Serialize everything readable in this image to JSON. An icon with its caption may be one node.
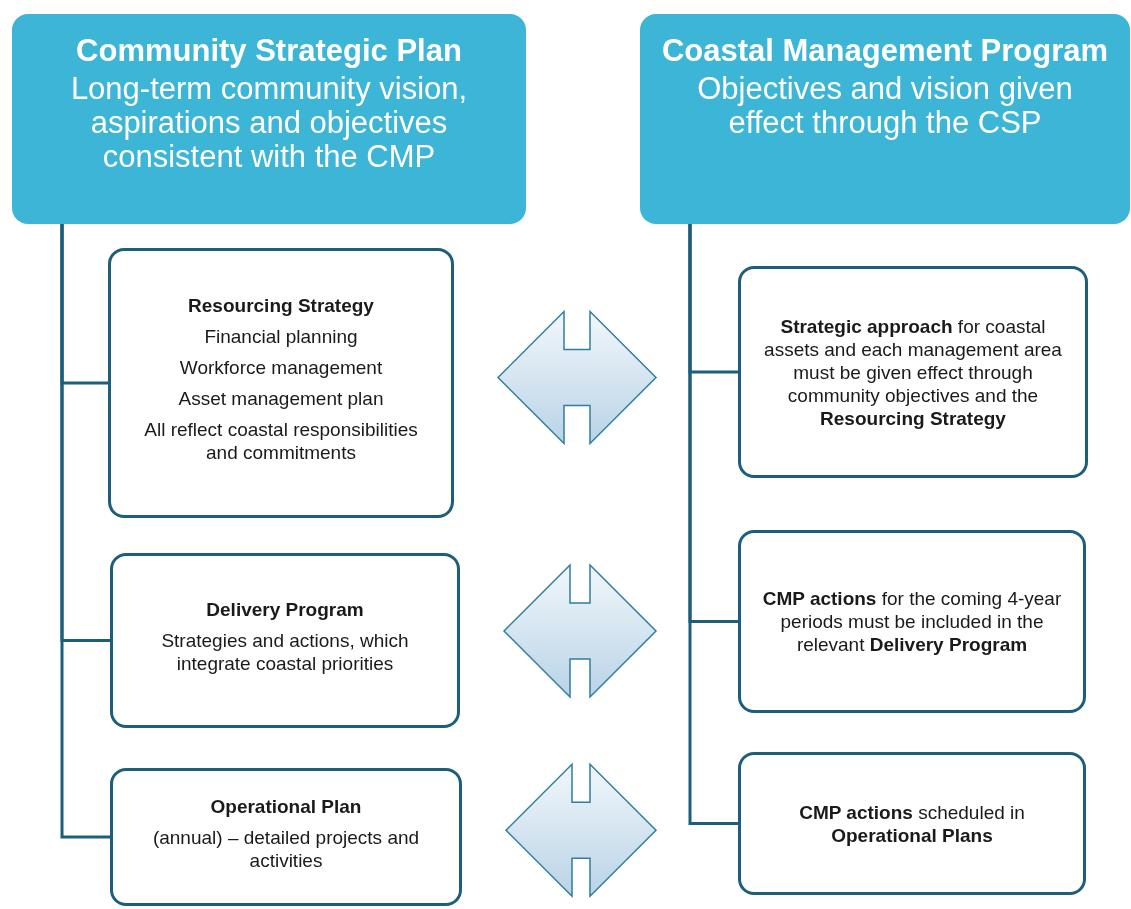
{
  "diagram": {
    "nodes": [
      {
        "text": [
          "Community Strategic Plan",
          "Long-term community vision, aspirations and objectives consistent with the CMP"
        ]
      },
      {
        "text": [
          "Coastal Management Program",
          "Objectives and vision given effect through the CSP"
        ]
      },
      {
        "text": [
          "Resourcing Strategy",
          "Financial planning",
          "Workforce management",
          "Asset management plan",
          "All reflect coastal responsibilities and commitments"
        ]
      },
      {
        "text": [
          "Delivery Program",
          "Strategies and actions, which integrate coastal priorities"
        ]
      },
      {
        "text": [
          "Operational Plan",
          "(annual) – detailed projects and activities"
        ]
      },
      {
        "text": [
          "**Strategic approach** for coastal assets and each management area must be given effect through community objectives and the **Resourcing Strategy**"
        ]
      },
      {
        "text": [
          "**CMP actions** for the coming 4-year periods must be included in the relevant **Delivery Program**"
        ]
      },
      {
        "text": [
          "**CMP actions** scheduled in **Operational Plans**"
        ]
      }
    ],
    "edges": [
      {
        "from": 0,
        "to": 2,
        "arrow": "none"
      },
      {
        "from": 0,
        "to": 3,
        "arrow": "none"
      },
      {
        "from": 0,
        "to": 4,
        "arrow": "none"
      },
      {
        "from": 1,
        "to": 5,
        "arrow": "none"
      },
      {
        "from": 1,
        "to": 6,
        "arrow": "none"
      },
      {
        "from": 1,
        "to": 7,
        "arrow": "none"
      },
      {
        "from": 2,
        "to": 5,
        "arrow": "both"
      },
      {
        "from": 3,
        "to": 6,
        "arrow": "both"
      },
      {
        "from": 4,
        "to": 7,
        "arrow": "both"
      }
    ]
  }
}
